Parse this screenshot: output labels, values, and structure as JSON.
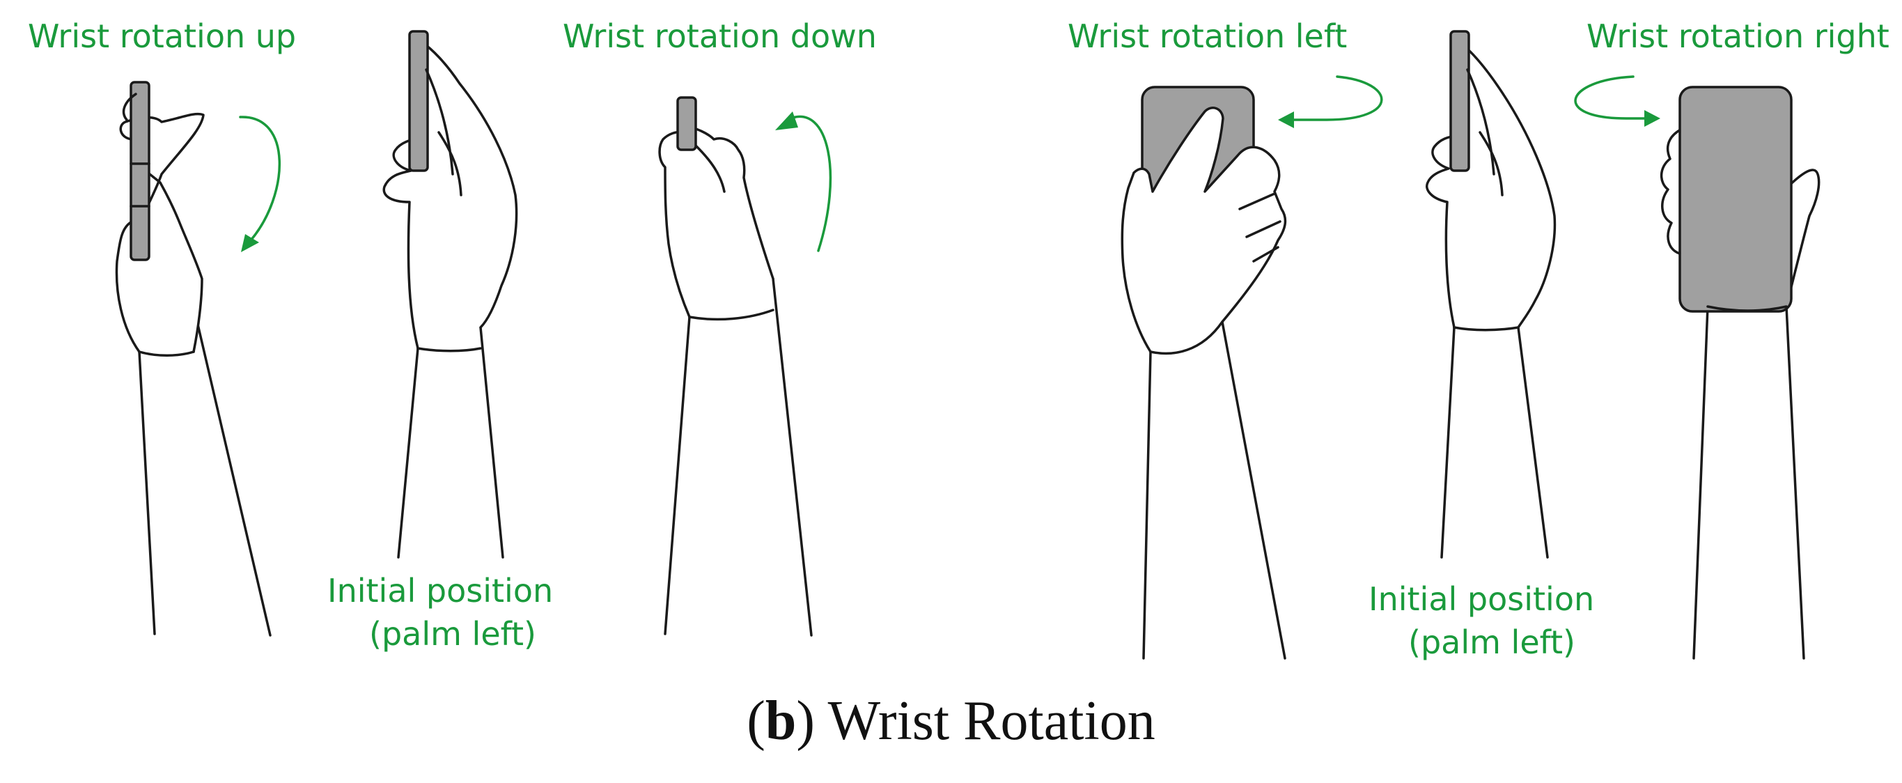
{
  "labels": {
    "up": "Wrist rotation up",
    "initial_a_1": "Initial position",
    "initial_a_2": "(palm left)",
    "down": "Wrist rotation down",
    "left": "Wrist rotation left",
    "initial_b_1": "Initial position",
    "initial_b_2": "(palm left)",
    "right": "Wrist rotation right"
  },
  "caption": {
    "letter": "b",
    "paren_open": "(",
    "paren_close": ")",
    "title": " Wrist Rotation"
  },
  "colors": {
    "accent": "#1a9a3c",
    "phone": "#a0a0a0",
    "ink": "#1a1a1a"
  }
}
